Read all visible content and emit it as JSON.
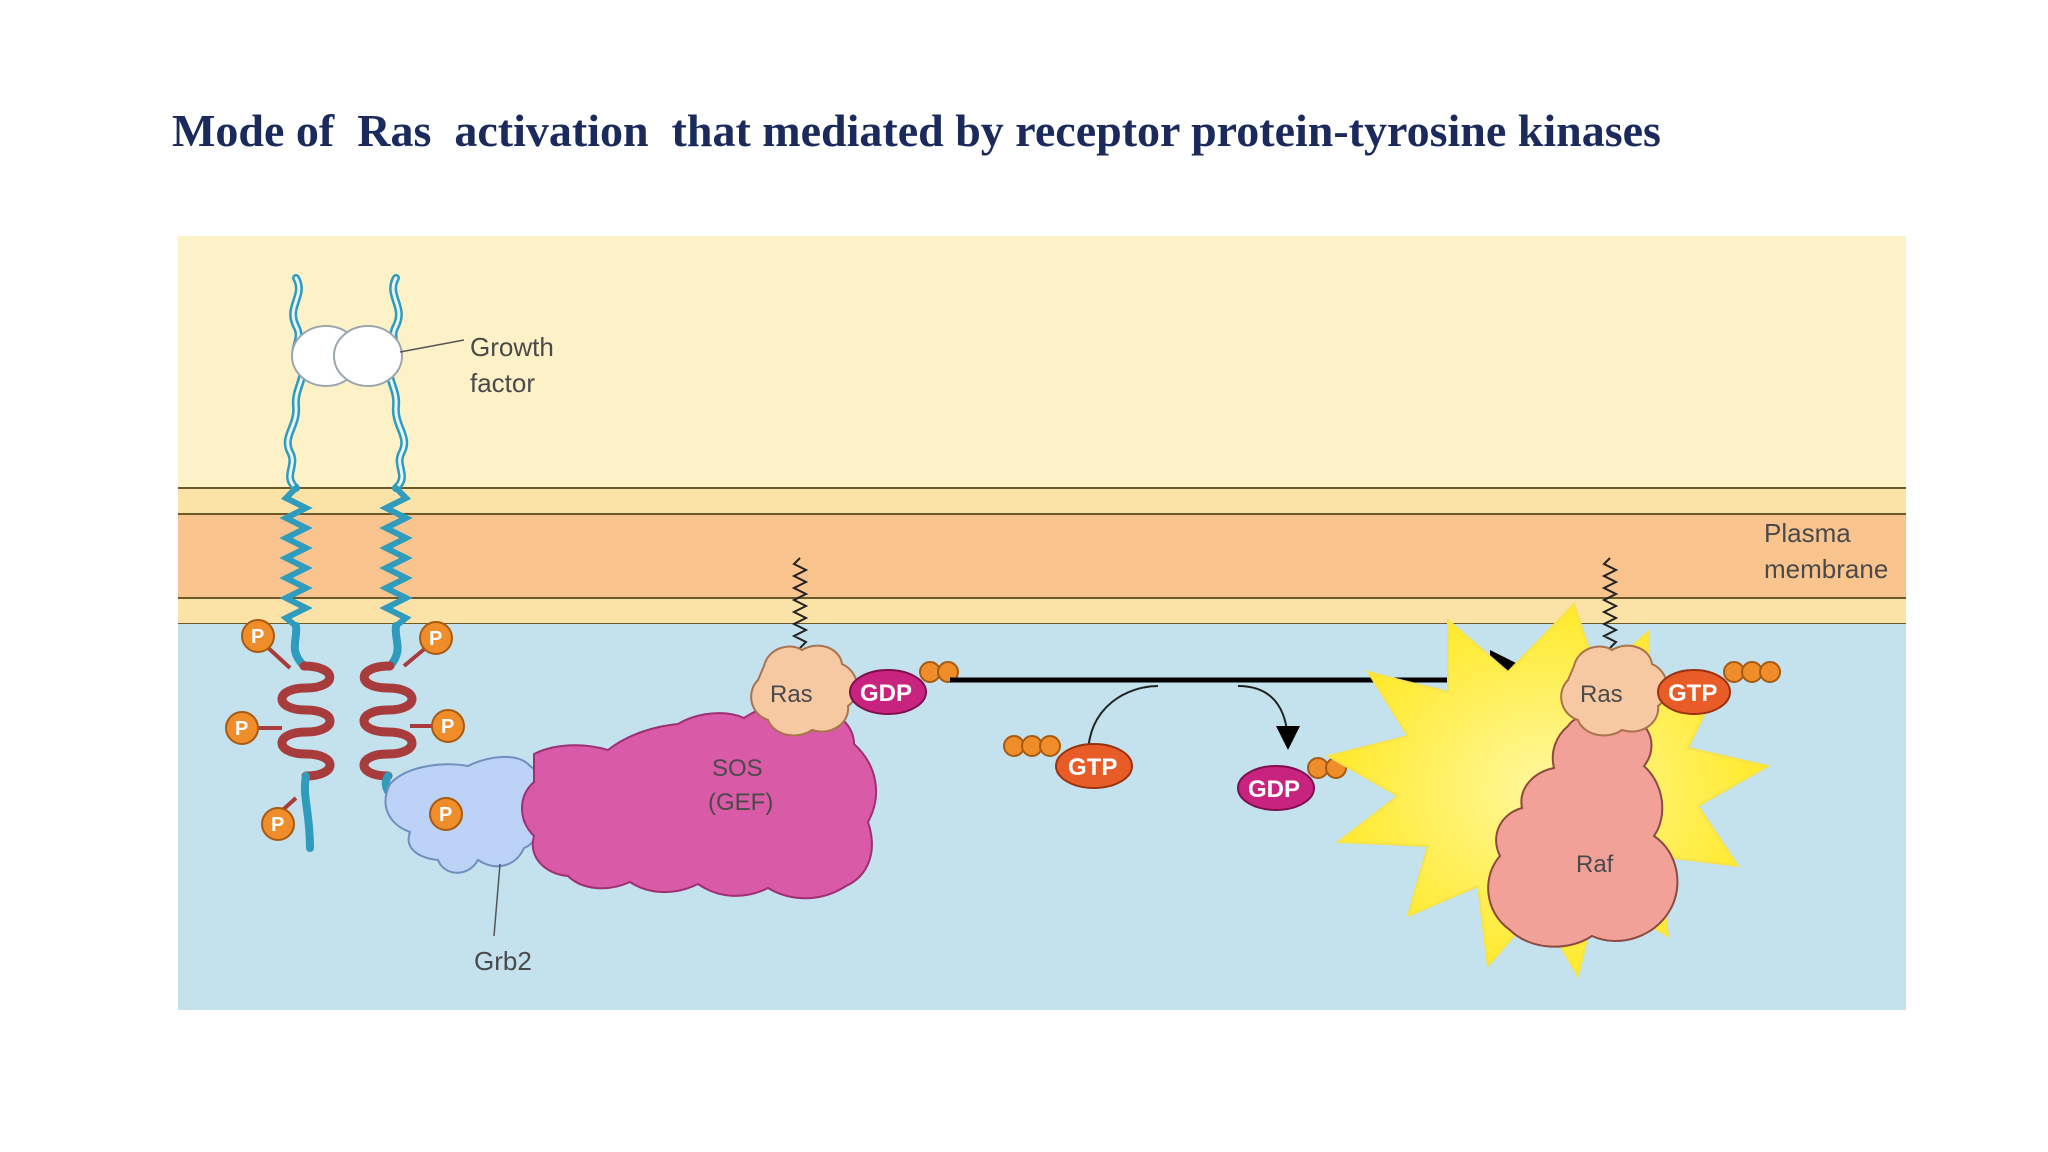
{
  "title": "Mode of  Ras  activation  that mediated by receptor protein-tyrosine kinases",
  "labels": {
    "growth_factor_line1": "Growth",
    "growth_factor_line2": "factor",
    "plasma_line1": "Plasma",
    "plasma_line2": "membrane",
    "ras_left": "Ras",
    "gdp_bound": "GDP",
    "sos_line1": "SOS",
    "sos_line2": "(GEF)",
    "grb2": "Grb2",
    "gtp_free": "GTP",
    "gdp_free": "GDP",
    "ras_right": "Ras",
    "gtp_bound": "GTP",
    "raf": "Raf",
    "phospho": "P"
  },
  "colors": {
    "title": "#1b2a5c",
    "extracellular": "#fdf1c8",
    "membrane": "#f9c48d",
    "cytoplasm": "#c3e2ee",
    "receptor": "#2f9bbd",
    "kinase_domain": "#a83b3b",
    "phosphate": "#ef8d2a",
    "sos": "#d95aa6",
    "grb2": "#bcd2f6",
    "ras": "#f7c9a3",
    "gdp": "#c8237f",
    "gtp": "#e85c28",
    "raf": "#f2a199",
    "burst": "#fff05a"
  }
}
